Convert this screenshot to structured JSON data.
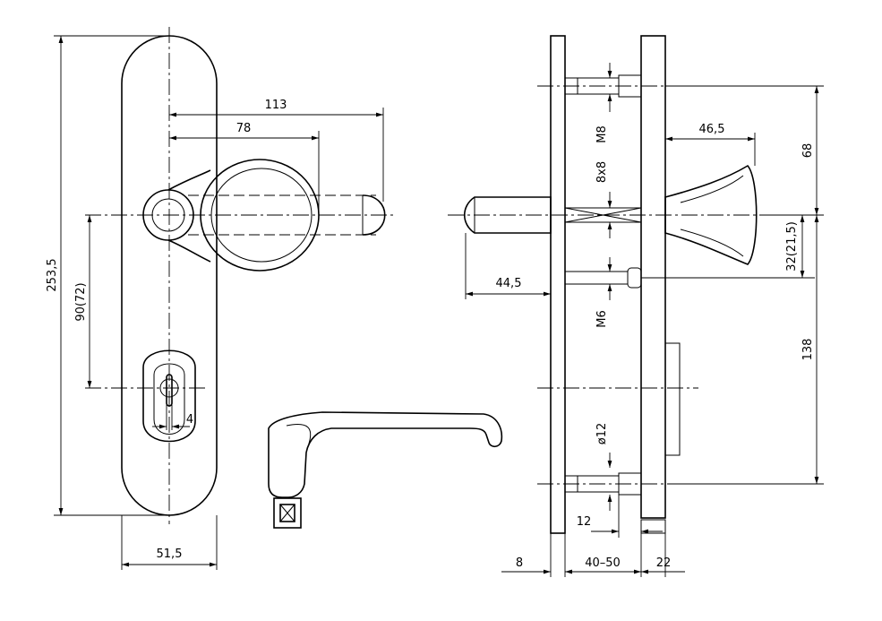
{
  "front_view": {
    "height_label": "253,5",
    "width_label": "51,5",
    "handle_reach_label": "113",
    "knob_reach_label": "78",
    "center_distance_label": "90(72)",
    "keyhole_slot_label": "4"
  },
  "side_view": {
    "screw_top_label": "M8",
    "square_spindle_label": "8x8",
    "screw_mid_label": "M6",
    "cylinder_dia_label": "ø12",
    "small_gap_label": "12",
    "knob_depth_label": "46,5",
    "lever_depth_label": "44,5",
    "top_offset_label": "68",
    "knob_offset_label": "32(21,5)",
    "lower_offset_label": "138",
    "plate_thickness_label": "8",
    "door_thickness_label": "40–50",
    "outer_plate_label": "22"
  }
}
